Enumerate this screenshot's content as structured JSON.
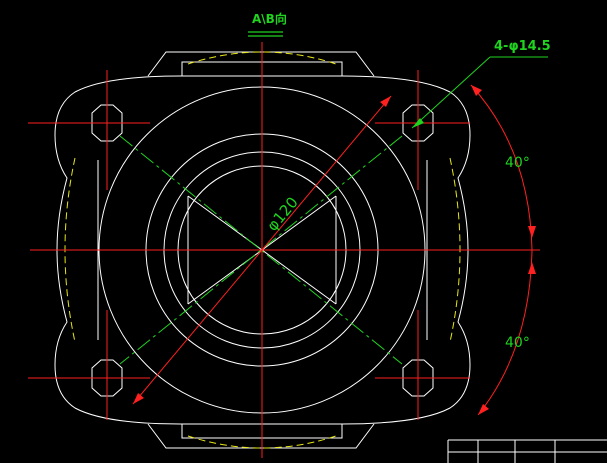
{
  "drawing": {
    "view_title": "A\\B向",
    "hole_callout": "4-φ14.5",
    "diameter_label": "φ120",
    "angle_upper": "40°",
    "angle_lower": "40°"
  },
  "colors": {
    "background": "#000000",
    "outline": "#ffffff",
    "centerline": "#ff2020",
    "annotation": "#1fd31f",
    "hidden": "#e6e619"
  }
}
